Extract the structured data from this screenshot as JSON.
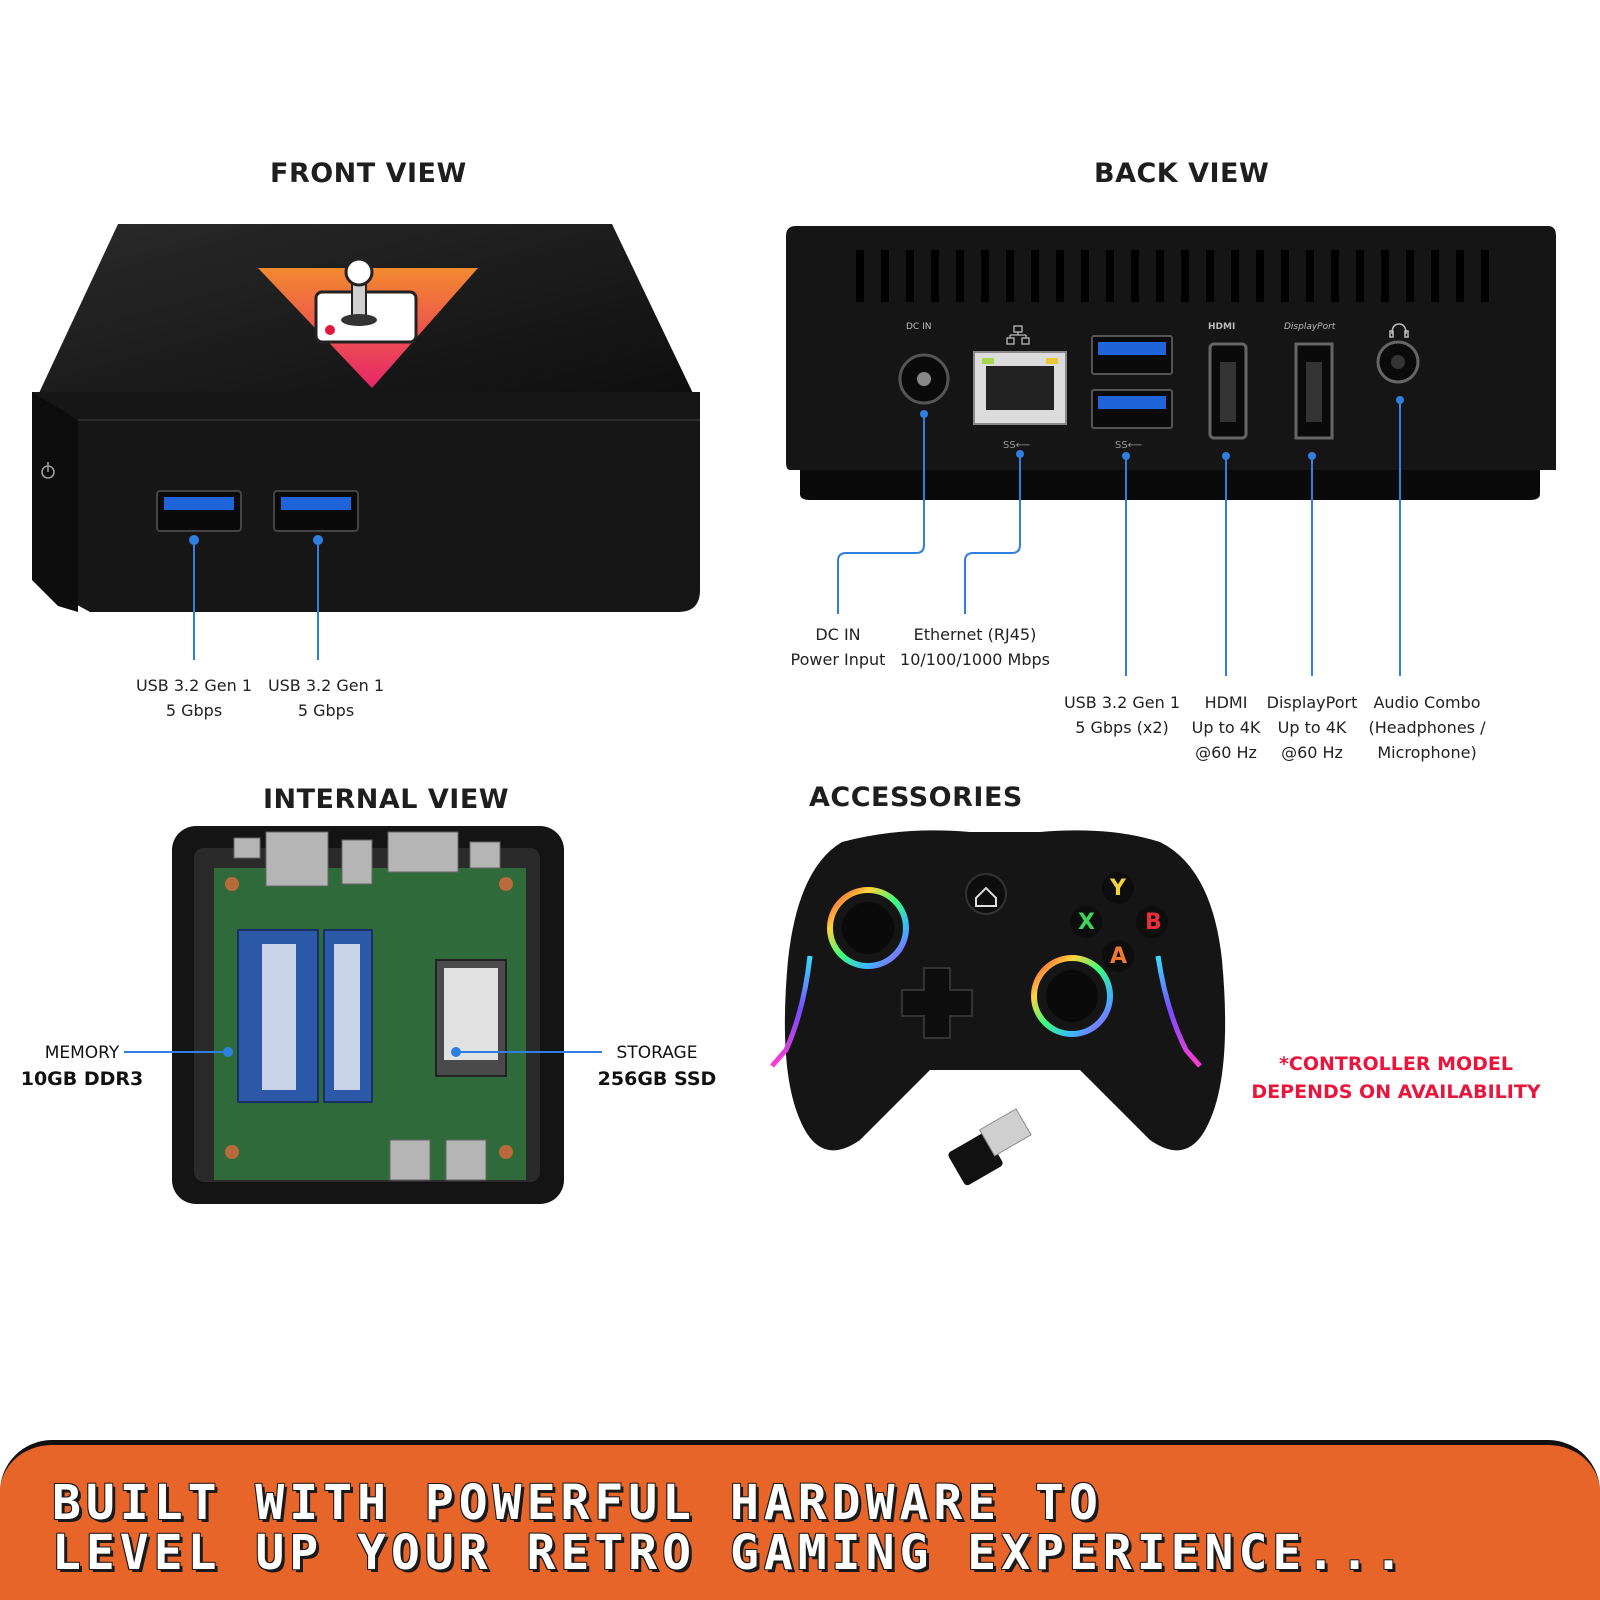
{
  "front": {
    "title": "FRONT VIEW",
    "ports": [
      {
        "line1": "USB 3.2 Gen 1",
        "line2": "5 Gbps"
      },
      {
        "line1": "USB 3.2 Gen 1",
        "line2": "5 Gbps"
      }
    ]
  },
  "back": {
    "title": "BACK VIEW",
    "port_marks": {
      "dc": "DC IN",
      "hdmi": "HDMI",
      "displayport": "DisplayPort"
    },
    "ports": [
      {
        "line1": "DC IN",
        "line2": "Power Input"
      },
      {
        "line1": "Ethernet (RJ45)",
        "line2": "10/100/1000 Mbps"
      },
      {
        "line1": "USB 3.2 Gen 1",
        "line2": "5 Gbps (x2)"
      },
      {
        "line1": "HDMI",
        "line2": "Up to 4K",
        "line3": "@60 Hz"
      },
      {
        "line1": "DisplayPort",
        "line2": "Up to 4K",
        "line3": "@60 Hz"
      },
      {
        "line1": "Audio Combo",
        "line2": "(Headphones /",
        "line3": "Microphone)"
      }
    ]
  },
  "internal": {
    "title": "INTERNAL VIEW",
    "memory": {
      "label": "MEMORY",
      "value": "10GB DDR3"
    },
    "storage": {
      "label": "STORAGE",
      "value": "256GB SSD"
    }
  },
  "accessories": {
    "title": "ACCESSORIES",
    "buttons": {
      "y": "Y",
      "x": "X",
      "b": "B",
      "a": "A"
    },
    "note_line1": "*CONTROLLER MODEL",
    "note_line2": "DEPENDS ON AVAILABILITY"
  },
  "banner": {
    "line1": "BUILT WITH POWERFUL HARDWARE TO",
    "line2": "LEVEL UP YOUR RETRO GAMING EXPERIENCE..."
  },
  "colors": {
    "accent_blue": "#2f7fe0",
    "usb_blue": "#1f64d8",
    "note_red": "#e8163c",
    "banner_orange": "#e8652a",
    "device_black": "#141414"
  }
}
